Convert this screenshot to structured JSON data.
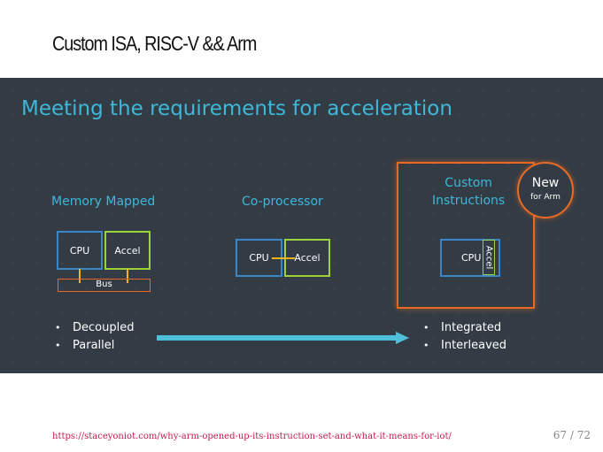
{
  "frame": {
    "title": "Custom ISA, RISC-V && Arm"
  },
  "slide": {
    "title": "Meeting the requirements for acceleration",
    "columns": {
      "memory_mapped": {
        "heading": "Memory Mapped",
        "cpu": "CPU",
        "accel": "Accel",
        "bus": "Bus"
      },
      "co_processor": {
        "heading": "Co-processor",
        "cpu": "CPU",
        "accel": "Accel"
      },
      "custom": {
        "heading_line1": "Custom",
        "heading_line2": "Instructions",
        "cpu": "CPU",
        "accel": "Accel"
      }
    },
    "badge": {
      "big": "New",
      "small": "for Arm"
    },
    "left_bullets": [
      "Decoupled",
      "Parallel"
    ],
    "right_bullets": [
      "Integrated",
      "Interleaved"
    ],
    "colors": {
      "background": "#333c45",
      "accent_blue": "#3fb7d8",
      "cpu_border": "#3a86c8",
      "accel_border": "#9bd13b",
      "highlight_orange": "#e66a25",
      "connector_yellow": "#f4b21b"
    }
  },
  "footer": {
    "link": "https://staceyoniot.com/why-arm-opened-up-its-instruction-set-and-what-it-means-for-iot/",
    "page": "67 / 72"
  }
}
